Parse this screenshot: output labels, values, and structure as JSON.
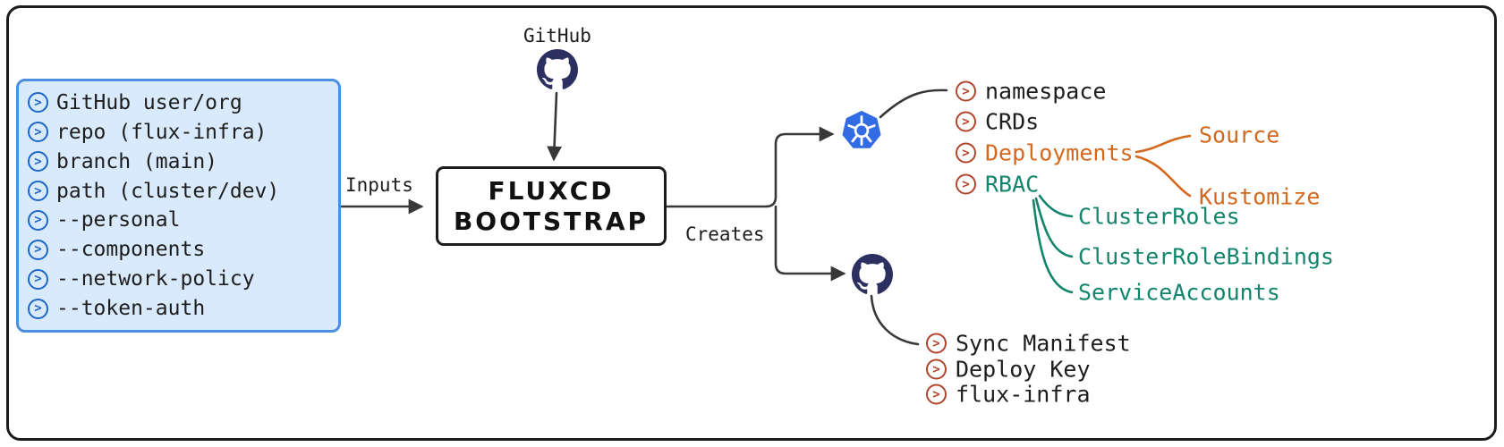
{
  "icons": {
    "chevron_glyph": ">"
  },
  "inputs_box": {
    "items": [
      "GitHub user/org",
      "repo (flux-infra)",
      "branch (main)",
      "path (cluster/dev)",
      "--personal",
      "--components",
      "--network-policy",
      "--token-auth"
    ]
  },
  "labels": {
    "inputs": "Inputs",
    "creates": "Creates",
    "github": "GitHub"
  },
  "center_box": {
    "line1": "FLUXCD",
    "line2": "BOOTSTRAP"
  },
  "kubernetes_outputs": {
    "items": [
      "namespace",
      "CRDs",
      "Deployments",
      "RBAC"
    ]
  },
  "deployments_children": {
    "items": [
      "Source",
      "Kustomize"
    ]
  },
  "rbac_children": {
    "items": [
      "ClusterRoles",
      "ClusterRoleBindings",
      "ServiceAccounts"
    ]
  },
  "github_outputs": {
    "items": [
      "Sync Manifest",
      "Deploy Key",
      "flux-infra"
    ]
  },
  "colors": {
    "orange": "#d2691e",
    "teal": "#12856c",
    "kubernetes_blue": "#326ce5",
    "input_chevron_blue": "#1e66c7",
    "output_chevron_red": "#b0452c",
    "inputs_box_bg": "#d9eafc",
    "inputs_box_border": "#4a8fe0"
  }
}
